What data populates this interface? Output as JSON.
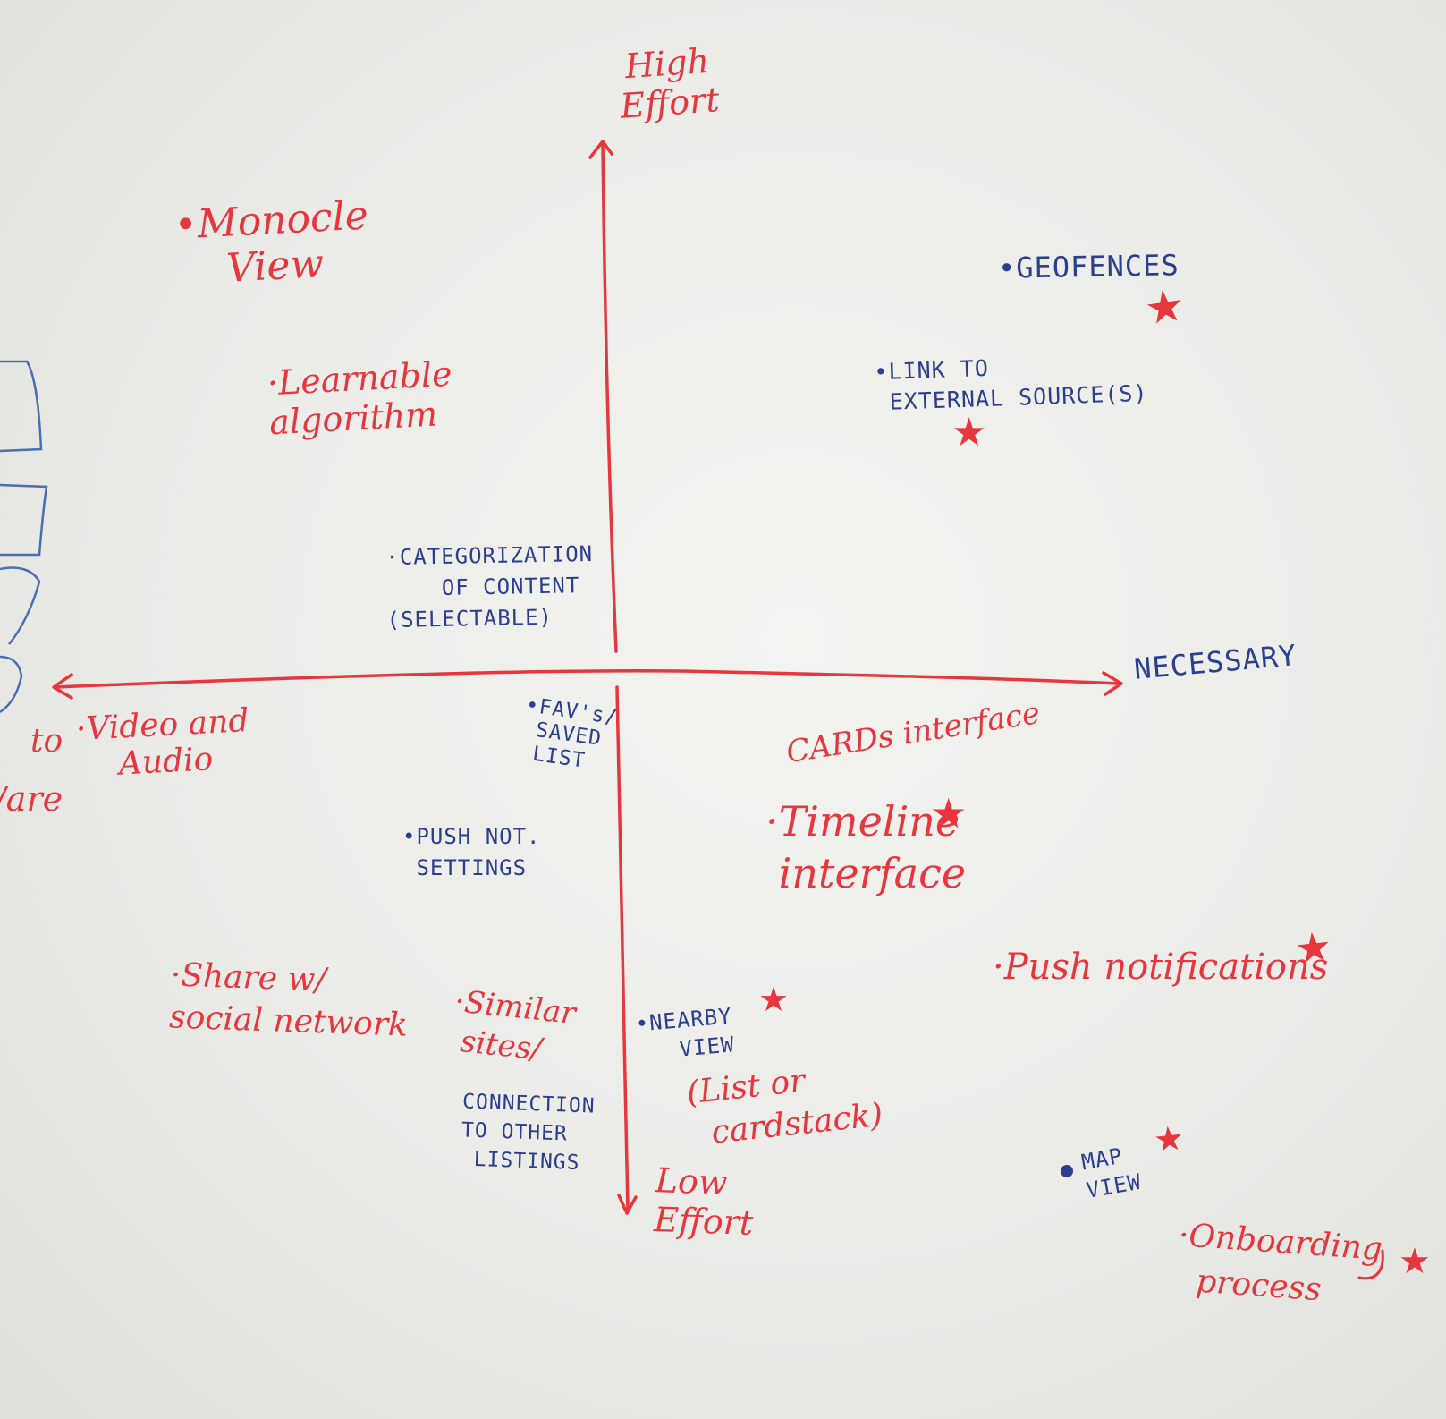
{
  "axes": {
    "top": "High\nEffort",
    "bottom": "Low\nEffort",
    "right": "NECESSARY"
  },
  "items": {
    "monocle_view": "•Monocle\n    View",
    "learnable_algorithm": "·Learnable\nalgorithm",
    "categorization": "·CATEGORIZATION\n    OF CONTENT\n(SELECTABLE)",
    "geofences": "•GEOFENCES",
    "link_external": "•LINK TO\n EXTERNAL SOURCE(S)",
    "video_audio": "·Video and\n    Audio",
    "cropped_to": "to",
    "cropped_are": "/are",
    "favs_saved": "•FAV's/\n SAVED\n LIST",
    "push_not_settings": "•PUSH NOT.\n SETTINGS",
    "cards_interface": "CARDs interface",
    "timeline_interface": "·Timeline\n interface",
    "push_notifications": "·Push notifications",
    "share_social": "·Share w/\nsocial network",
    "similar_sites": "·Similar\n sites/",
    "connection_listings": "CONNECTION\nTO OTHER\n LISTINGS",
    "nearby_view": "•NEARBY\n   VIEW",
    "list_or_cardstack": "(List or\n  cardstack)",
    "map_view": "MAP\nVIEW",
    "onboarding": "·Onboarding\n  process"
  },
  "colors": {
    "red_marker": "#e8363f",
    "blue_marker": "#2c3f8e",
    "board": "#ececea"
  }
}
